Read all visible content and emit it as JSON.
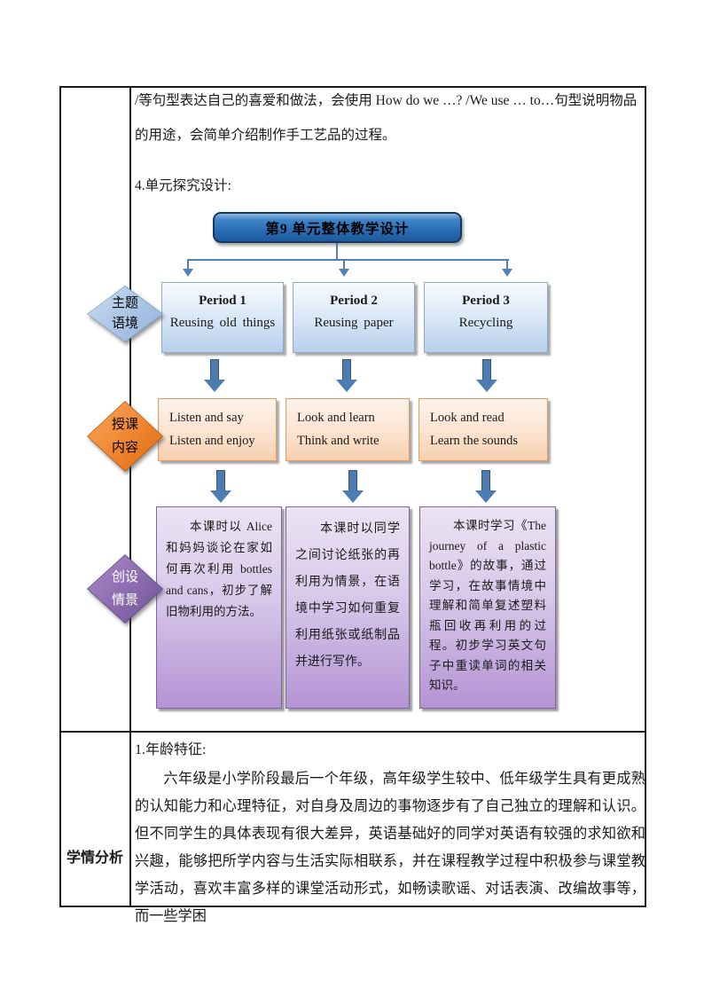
{
  "document": {
    "intro_text": "/等句型表达自己的喜爱和做法，会使用 How do we  …? /We use  …  to…句型说明物品的用途，会简单介绍制作手工艺品的过程。",
    "section_label": "4.单元探究设计:"
  },
  "diagram": {
    "title": "第9 单元整体教学设计",
    "title_color": "#2a6db5",
    "connector_color": "#4f81bd",
    "lanes": [
      {
        "line1": "主题",
        "line2": "语境",
        "color": "#a9c4e4"
      },
      {
        "line1": "授课",
        "line2": "内容",
        "color": "#ef8430"
      },
      {
        "line1": "创设",
        "line2": "情景",
        "color": "#8a6bae"
      }
    ],
    "periods": [
      {
        "title": "Period 1",
        "subtitle": "Reusing  old things"
      },
      {
        "title": "Period 2",
        "subtitle": "Reusing  paper"
      },
      {
        "title": "Period 3",
        "subtitle": "Recycling"
      }
    ],
    "contents": [
      {
        "line1": "Listen and say",
        "line2": "Listen and enjoy"
      },
      {
        "line1": "Look and learn",
        "line2": "Think and write"
      },
      {
        "line1": "Look and read",
        "line2": "Learn the sounds"
      }
    ],
    "scenarios": [
      "本课时以 Alice 和妈妈谈论在家如何再次利用 bottles and cans，初步了解旧物利用的方法。",
      "本课时以同学之间讨论纸张的再利用为情景，在语境中学习如何重复利用纸张或纸制品并进行写作。",
      "本课时学习《The journey of a plastic bottle》的故事，通过学习，在故事情境中理解和简单复述塑料瓶回收再利用的过程。初步学习英文句子中重读单词的相关知识。"
    ]
  },
  "analysis": {
    "row_header": "学情分析",
    "heading": "1.年龄特征:",
    "paragraph": "六年级是小学阶段最后一个年级，高年级学生较中、低年级学生具有更成熟的认知能力和心理特征，对自身及周边的事物逐步有了自己独立的理解和认识。但不同学生的具体表现有很大差异，英语基础好的同学对英语有较强的求知欲和兴趣，能够把所学内容与生活实际相联系，并在课程教学过程中积极参与课堂教学活动，喜欢丰富多样的课堂活动形式，如畅读歌谣、对话表演、改编故事等，而一些学困"
  }
}
